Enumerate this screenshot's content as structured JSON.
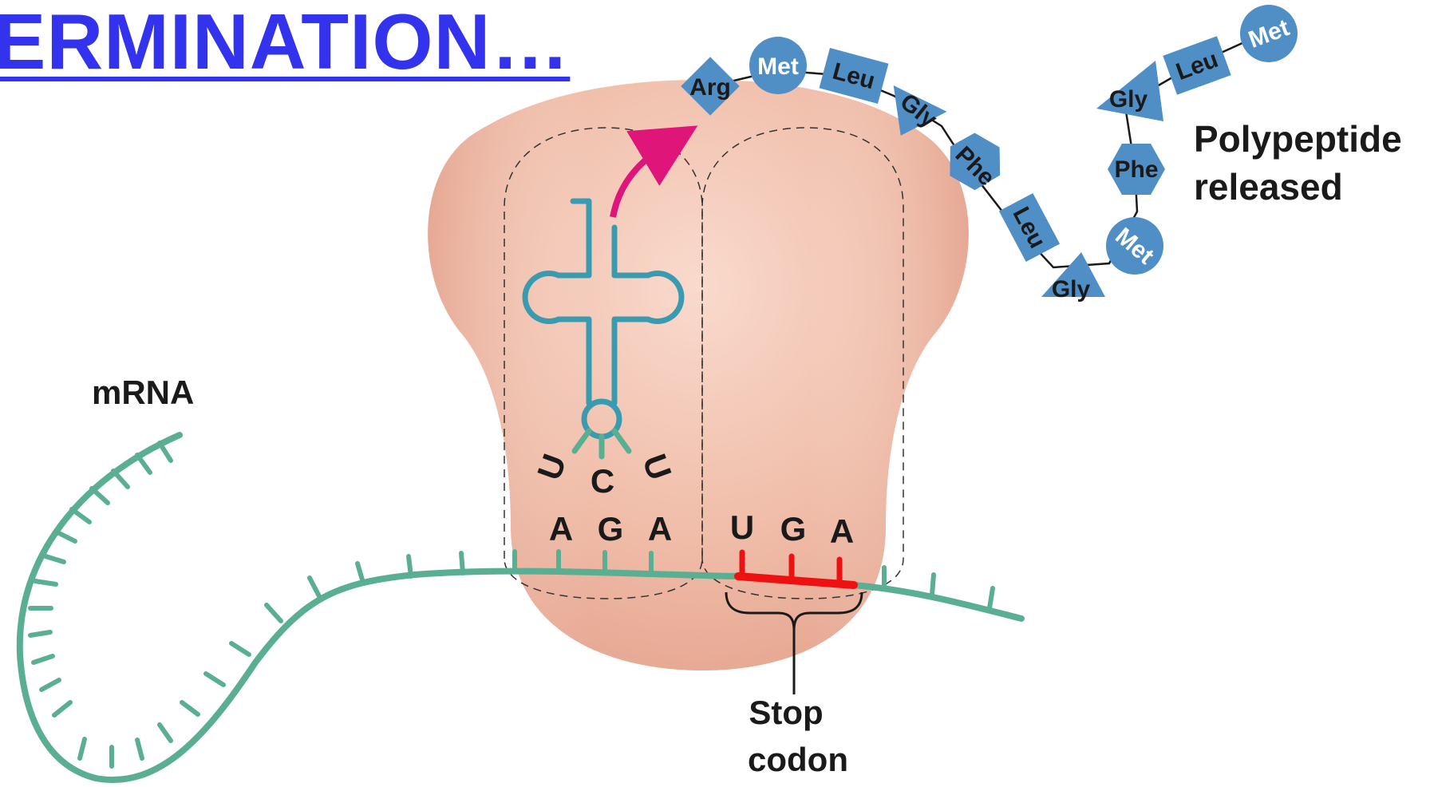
{
  "title": "ERMINATION…",
  "labels": {
    "mrna": "mRNA",
    "polypeptide_line1": "Polypeptide",
    "polypeptide_line2": "released",
    "stop_line1": "Stop",
    "stop_line2": "codon"
  },
  "anticodon": [
    "U",
    "C",
    "U"
  ],
  "codon_p_site": [
    "A",
    "G",
    "A"
  ],
  "codon_stop": [
    "U",
    "G",
    "A"
  ],
  "polypeptide": [
    "Arg",
    "Met",
    "Leu",
    "Gly",
    "Phe",
    "Leu",
    "Gly",
    "Met",
    "Phe",
    "Gly",
    "Leu",
    "Met"
  ],
  "colors": {
    "title": "#3333ee",
    "mrna": "#5aaf93",
    "trna": "#3a9bb0",
    "stop_codon": "#ee1111",
    "arrow": "#e0157a",
    "ribosome": "#f2c3b2",
    "amino_acid": "#4f8fc6"
  }
}
